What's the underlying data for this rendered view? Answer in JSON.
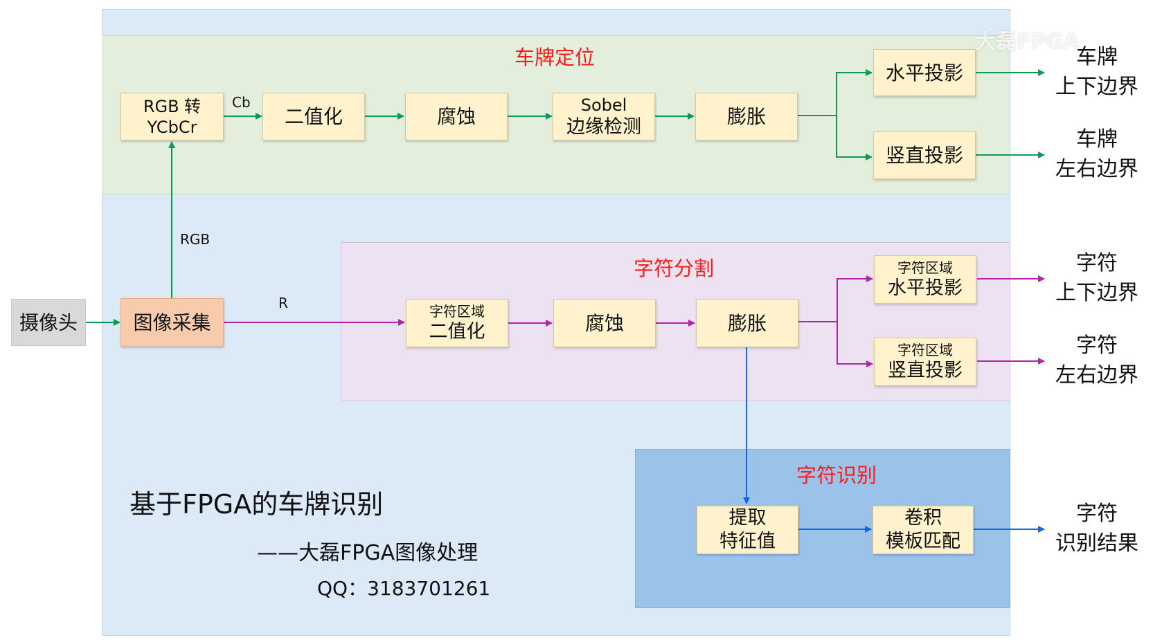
{
  "sections": {
    "localization": {
      "title": "车牌定位"
    },
    "segmentation": {
      "title": "字符分割"
    },
    "recognition": {
      "title": "字符识别"
    }
  },
  "nodes": {
    "camera": {
      "line1": "摄像头"
    },
    "acquisition": {
      "line1": "图像采集"
    },
    "rgb2ycbcr": {
      "line1": "RGB 转",
      "line2": "YCbCr"
    },
    "loc_binarize": {
      "line1": "二值化"
    },
    "loc_erode": {
      "line1": "腐蚀"
    },
    "sobel": {
      "line1": "Sobel",
      "line2": "边缘检测"
    },
    "loc_dilate": {
      "line1": "膨胀"
    },
    "loc_hproj": {
      "line1": "水平投影"
    },
    "loc_vproj": {
      "line1": "竖直投影"
    },
    "seg_binarize": {
      "line1": "字符区域",
      "line2": "二值化"
    },
    "seg_erode": {
      "line1": "腐蚀"
    },
    "seg_dilate": {
      "line1": "膨胀"
    },
    "seg_hproj": {
      "line1": "字符区域",
      "line2": "水平投影"
    },
    "seg_vproj": {
      "line1": "字符区域",
      "line2": "竖直投影"
    },
    "extract": {
      "line1": "提取",
      "line2": "特征值"
    },
    "conv_match": {
      "line1": "卷积",
      "line2": "模板匹配"
    }
  },
  "outputs": {
    "plate_tb": {
      "line1": "车牌",
      "line2": "上下边界"
    },
    "plate_lr": {
      "line1": "车牌",
      "line2": "左右边界"
    },
    "char_tb": {
      "line1": "字符",
      "line2": "上下边界"
    },
    "char_lr": {
      "line1": "字符",
      "line2": "左右边界"
    },
    "char_result": {
      "line1": "字符",
      "line2": "识别结果"
    }
  },
  "edge_labels": {
    "cb": "Cb",
    "rgb": "RGB",
    "r": "R"
  },
  "info": {
    "title": "基于FPGA的车牌识别",
    "author": "——大磊FPGA图像处理",
    "qq": "QQ：3183701261"
  },
  "watermark": "大磊FPGA",
  "colors": {
    "green": "#0e9a54",
    "magenta": "#b223a8",
    "blue": "#1466e6",
    "title_red": "#ff1a1a"
  }
}
